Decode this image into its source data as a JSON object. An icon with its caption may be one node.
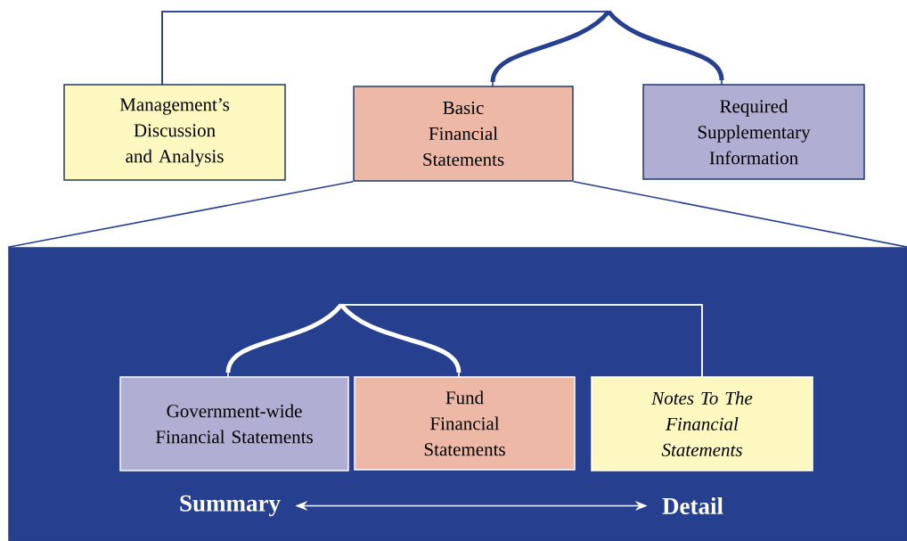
{
  "diagram": {
    "nodes": [
      {
        "text": [
          "Management’s Discussion and Analysis"
        ]
      },
      {
        "text": [
          "Basic Financial Statements"
        ]
      },
      {
        "text": [
          "Required Supplementary Information"
        ]
      },
      {
        "text": [],
        "shape": "box"
      },
      {
        "text": [
          "Government-wide Financial Statements"
        ],
        "in": 3
      },
      {
        "text": [
          "Fund Financial Statements"
        ],
        "in": 3
      },
      {
        "text": [
          "Notes To The Financial Statements"
        ],
        "in": 3
      },
      {
        "text": [
          "Summary"
        ],
        "in": 3
      },
      {
        "text": [
          "Detail"
        ],
        "in": 3
      }
    ],
    "edges": [
      {
        "from": 0,
        "to": 1,
        "arrow": "none"
      },
      {
        "from": 0,
        "to": 2,
        "arrow": "none"
      },
      {
        "from": 6,
        "to": 4,
        "arrow": "none",
        "color": "#ffffff"
      },
      {
        "from": 6,
        "to": 5,
        "arrow": "none",
        "color": "#ffffff"
      },
      {
        "from": 1,
        "to": 3,
        "arrow": "none"
      },
      {
        "from": 1,
        "to": 3,
        "arrow": "none"
      },
      {
        "from": 7,
        "to": 8,
        "arrow": "both",
        "color": "#ffffff"
      }
    ]
  }
}
